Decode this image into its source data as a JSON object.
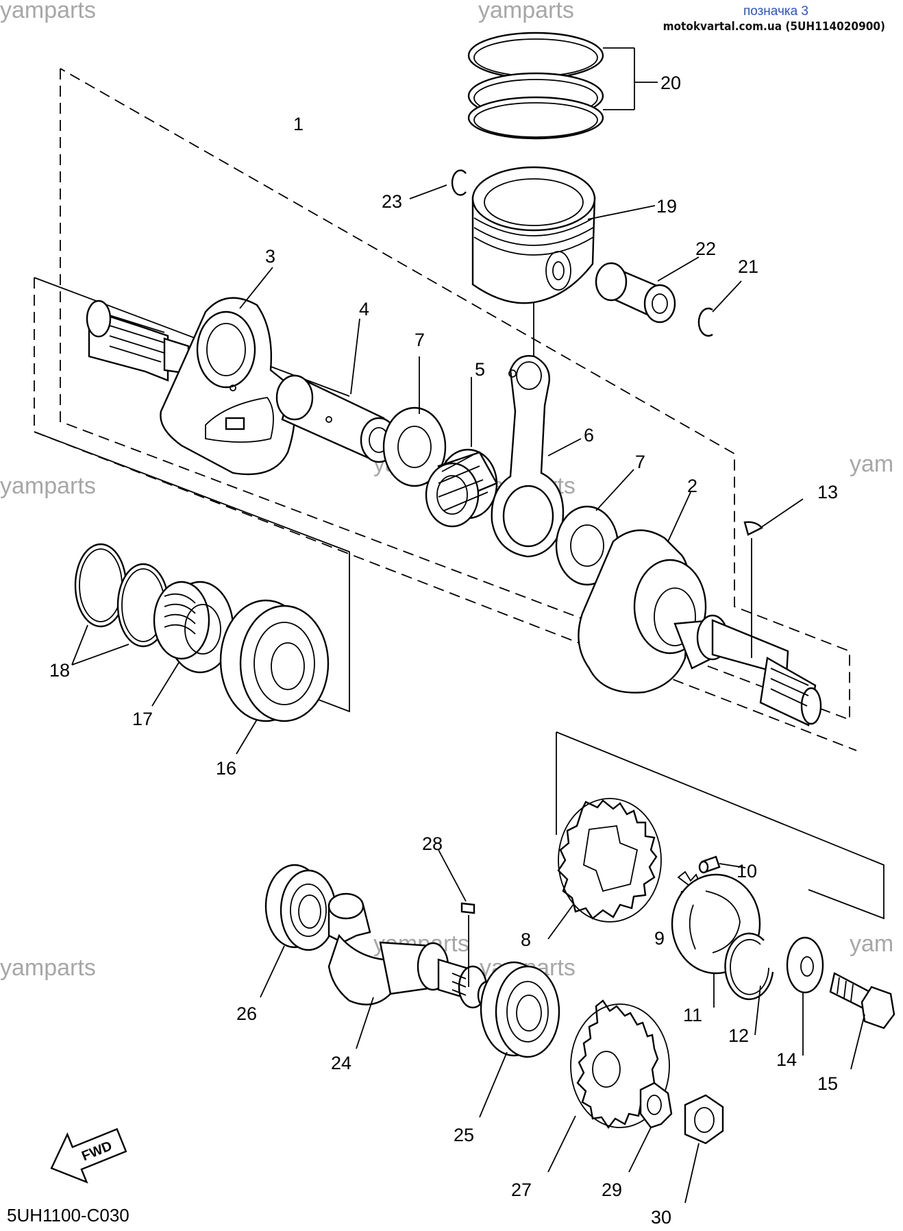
{
  "header": {
    "title": "позначка 3",
    "source": "motokvartal.com.ua (5UH114020900)"
  },
  "watermarks": [
    {
      "id": "wm-top-left",
      "text": "yamparts"
    },
    {
      "id": "wm-top-center",
      "text": "yamparts"
    },
    {
      "id": "wm-mid-left",
      "text": "yamparts"
    },
    {
      "id": "wm-mid-center-a",
      "text": "yamparts"
    },
    {
      "id": "wm-mid-center-b",
      "text": "yamparts"
    },
    {
      "id": "wm-mid-right",
      "text": "yam"
    },
    {
      "id": "wm-low-left",
      "text": "yamparts"
    },
    {
      "id": "wm-low-center-a",
      "text": "yamparts"
    },
    {
      "id": "wm-low-center-b",
      "text": "yamparts"
    },
    {
      "id": "wm-low-right",
      "text": "yam"
    }
  ],
  "callouts": [
    "1",
    "2",
    "3",
    "4",
    "5",
    "6",
    "7",
    "7",
    "8",
    "9",
    "10",
    "11",
    "12",
    "13",
    "14",
    "15",
    "16",
    "17",
    "18",
    "19",
    "20",
    "21",
    "22",
    "23",
    "24",
    "25",
    "26",
    "27",
    "28",
    "29",
    "30"
  ],
  "fwd_label": "FWD",
  "diagram_code": "5UH1100-C030"
}
